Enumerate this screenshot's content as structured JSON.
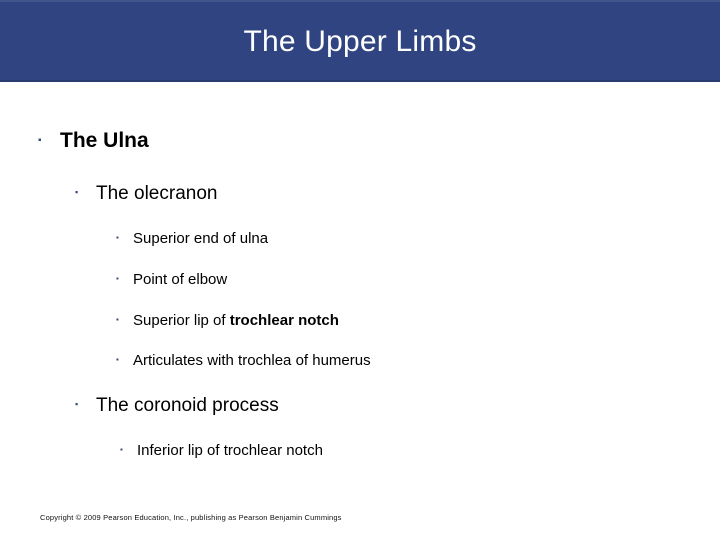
{
  "slide": {
    "title": "The Upper Limbs",
    "title_band_color": "#2f4480",
    "title_text_color": "#ffffff",
    "background_color": "#ffffff",
    "bullet_color": "#3a4b7a",
    "body_text_color": "#000000"
  },
  "bullets": [
    {
      "level": 1,
      "marker": "square-bullet",
      "marker_glyph": "▪",
      "text": "The Ulna",
      "bold": true
    },
    {
      "level": 2,
      "marker": "square-bullet",
      "marker_glyph": "▪",
      "text": "The olecranon",
      "bold": false
    },
    {
      "level": 3,
      "marker": "square-bullet",
      "marker_glyph": "▪",
      "text": "Superior end of ulna",
      "bold": false
    },
    {
      "level": 3,
      "marker": "square-bullet",
      "marker_glyph": "▪",
      "text": "Point of elbow",
      "bold": false
    },
    {
      "level": 3,
      "marker": "square-bullet",
      "marker_glyph": "▪",
      "text_plain": "Superior lip of ",
      "text_bold": "trochlear notch",
      "text": "Superior lip of trochlear notch",
      "bold": false
    },
    {
      "level": 3,
      "marker": "square-bullet",
      "marker_glyph": "▪",
      "text": "Articulates with trochlea of humerus",
      "bold": false
    },
    {
      "level": 2,
      "marker": "square-bullet",
      "marker_glyph": "▪",
      "text": "The coronoid process",
      "bold": false
    },
    {
      "level": 3,
      "marker": "square-bullet",
      "marker_glyph": "▪",
      "text": "Inferior lip of trochlear notch",
      "bold": false
    }
  ],
  "footer": {
    "copyright": "Copyright © 2009 Pearson Education, Inc., publishing as Pearson Benjamin Cummings"
  }
}
